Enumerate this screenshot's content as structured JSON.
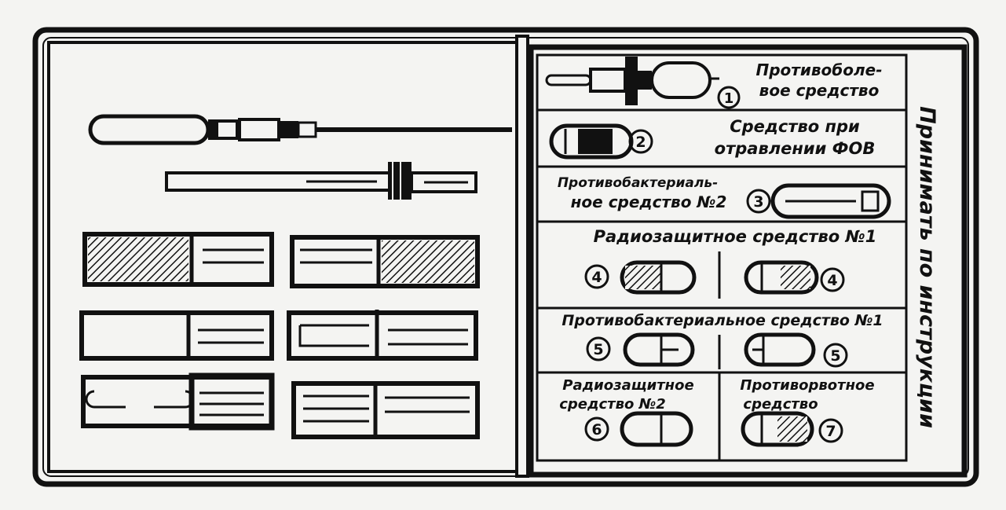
{
  "side_title": "Принимать по инструкции",
  "compartments": [
    {
      "number": "1",
      "label_lines": [
        "Противоболе-",
        "вое средство"
      ]
    },
    {
      "number": "2",
      "label_lines": [
        "Средство при",
        "отравлении ФОВ"
      ]
    },
    {
      "number": "3",
      "label_lines": [
        "Противобактериаль-",
        "ное средство №2"
      ]
    },
    {
      "number": "4",
      "label_lines": [
        "Радиозащитное средство №1"
      ]
    },
    {
      "number": "5",
      "label_lines": [
        "Противобактериальное средство №1"
      ]
    },
    {
      "number": "6",
      "label_lines": [
        "Радиозащитное",
        "средство №2"
      ]
    },
    {
      "number": "7",
      "label_lines": [
        "Противорвотное",
        "средство"
      ]
    }
  ],
  "colors": {
    "ink": "#111111",
    "paper": "#f4f4f2"
  }
}
